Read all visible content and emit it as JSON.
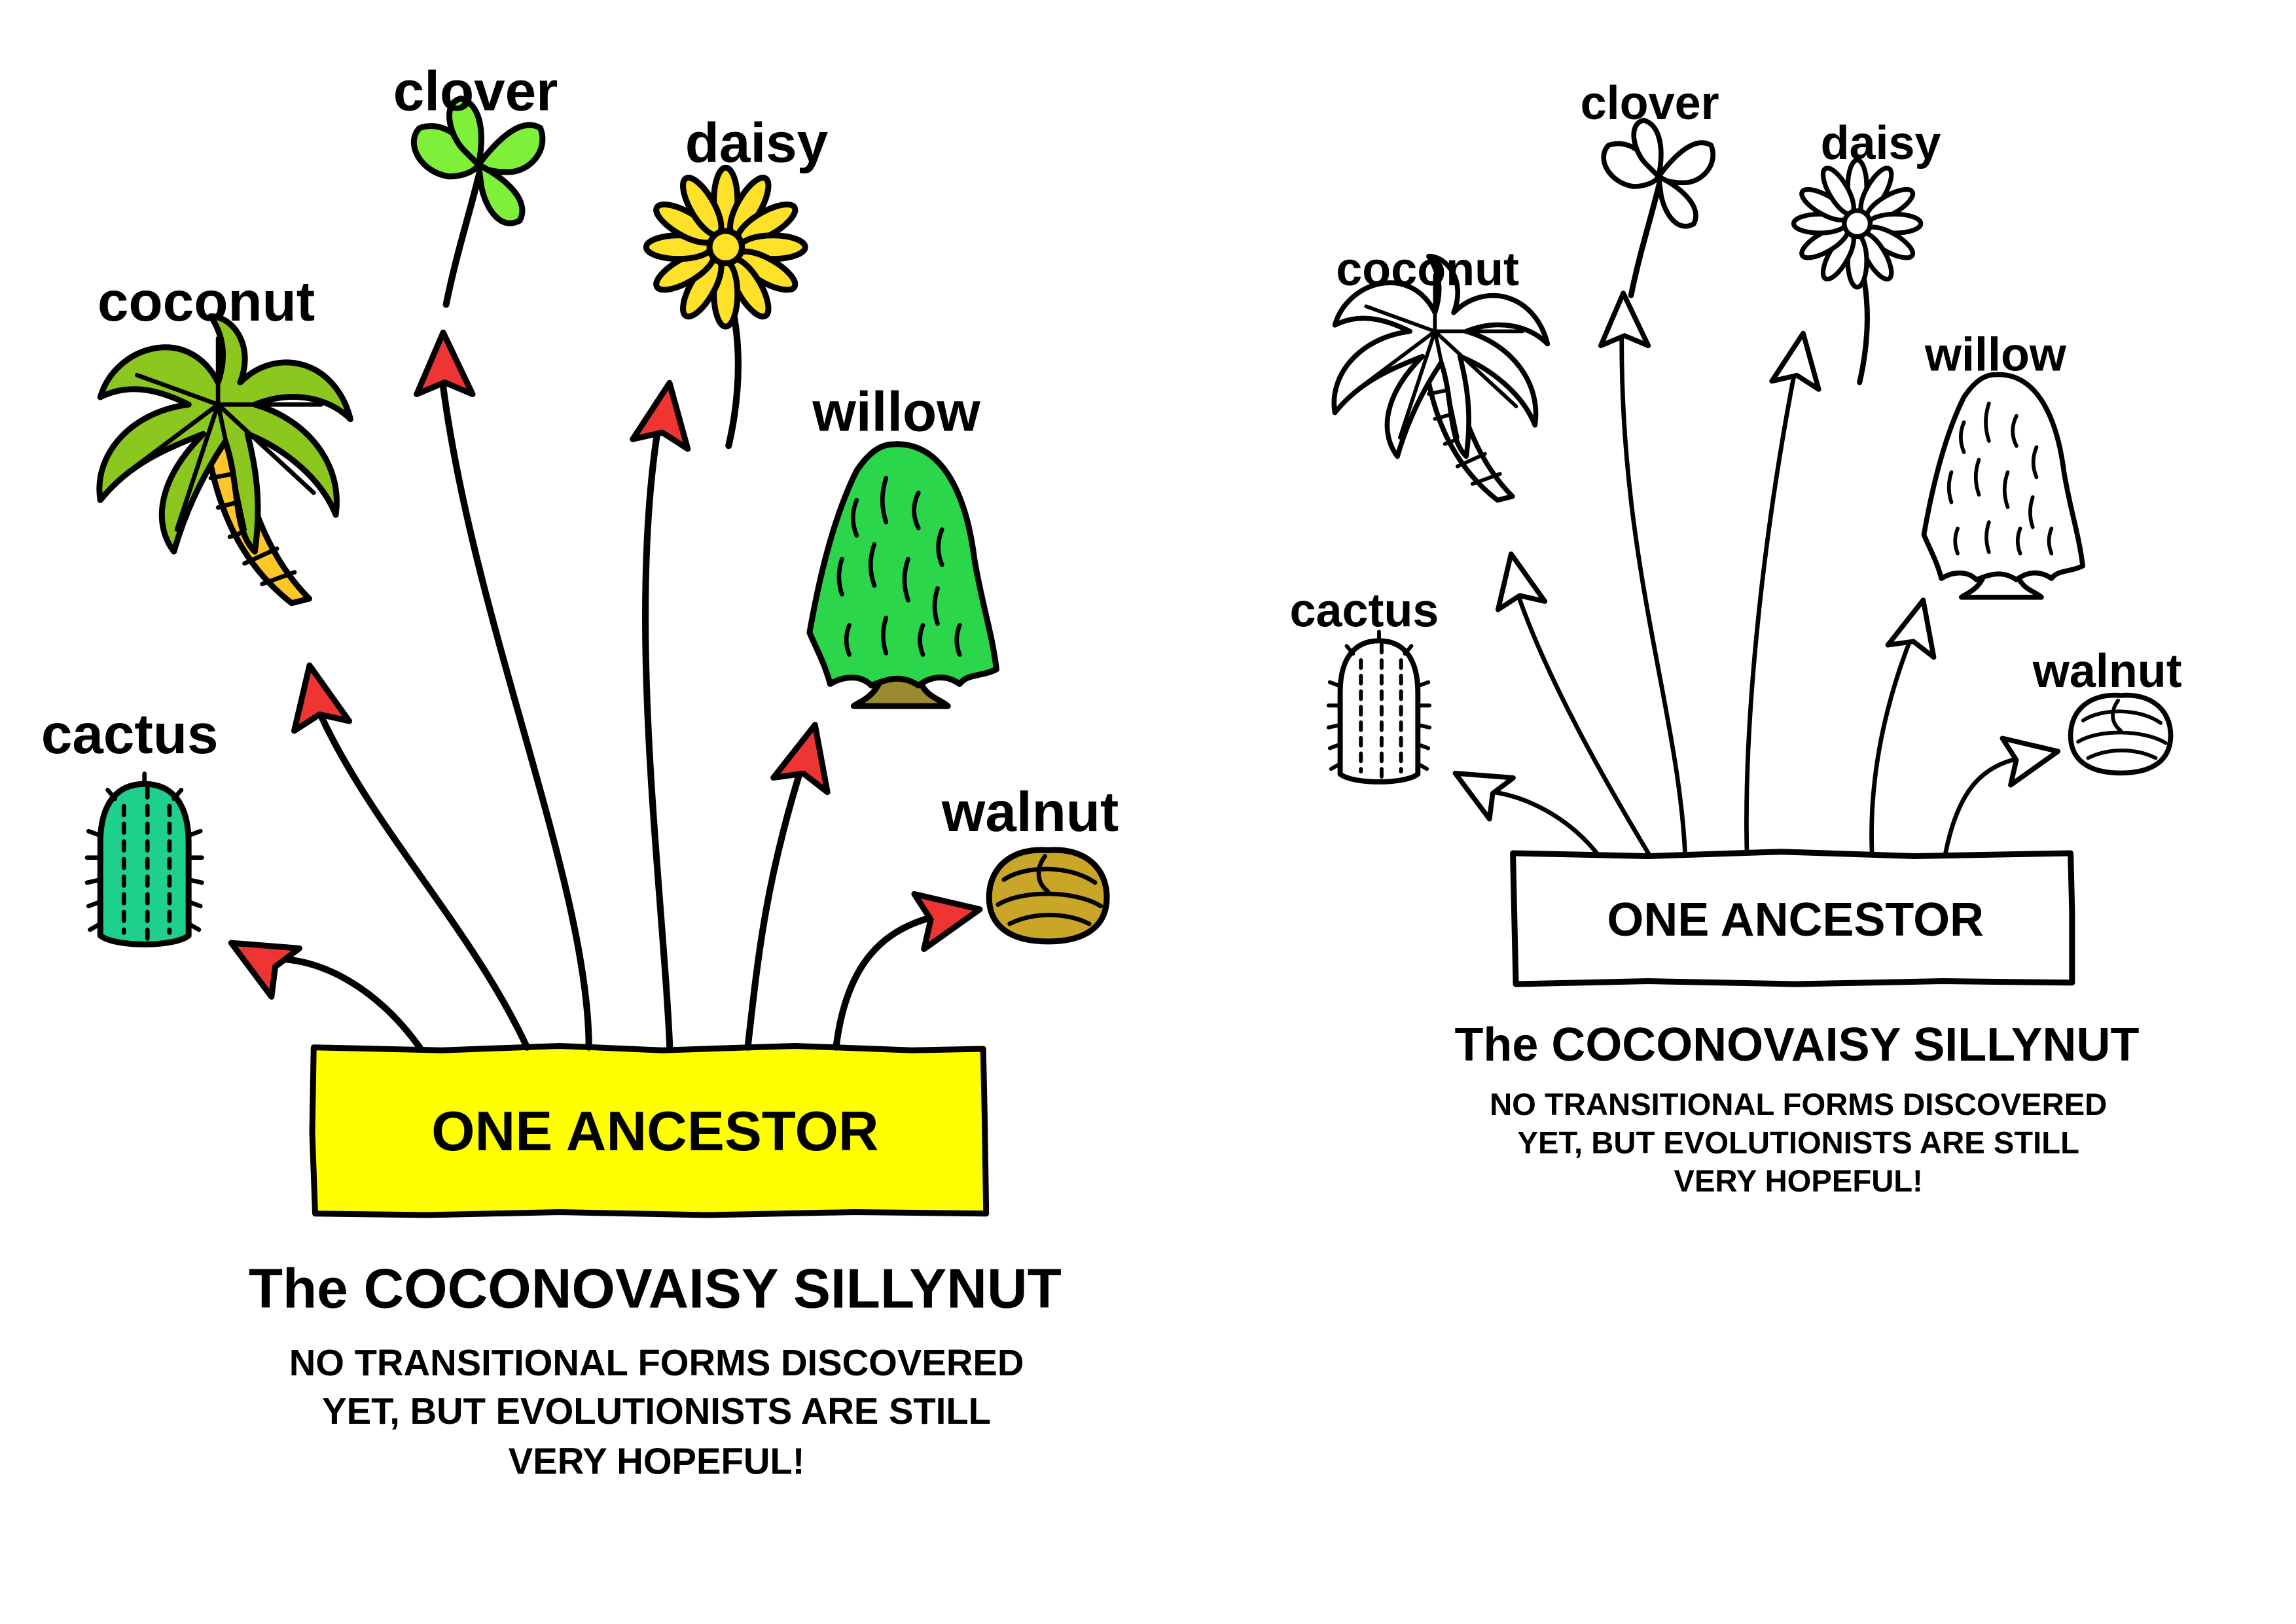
{
  "colors": {
    "box_fill_color": "#ffff00",
    "arrow_fill_color": "#ef3434",
    "cactus": "#1fcf8c",
    "coconut_leaves": "#8cc71f",
    "coconut_trunk": "#ffc629",
    "clover": "#7ff03a",
    "daisy": "#ffe12a",
    "willow_foliage": "#2bd64a",
    "willow_trunk": "#9a8a30",
    "walnut": "#c9a627"
  },
  "colored_panel": {
    "labels": {
      "cactus": "cactus",
      "coconut": "coconut",
      "clover": "clover",
      "daisy": "daisy",
      "willow": "willow",
      "walnut": "walnut"
    },
    "ancestor_label": "ONE ANCESTOR",
    "title": "The COCONOVAISY SILLYNUT",
    "caption": [
      "NO TRANSITIONAL FORMS DISCOVERED",
      "YET, BUT EVOLUTIONISTS ARE STILL",
      "VERY HOPEFUL!"
    ]
  },
  "outline_panel": {
    "labels": {
      "cactus": "cactus",
      "coconut": "coconut",
      "clover": "clover",
      "daisy": "daisy",
      "willow": "willow",
      "walnut": "walnut"
    },
    "ancestor_label": "ONE ANCESTOR",
    "title": "The COCONOVAISY SILLYNUT",
    "caption": [
      "NO TRANSITIONAL FORMS DISCOVERED",
      "YET, BUT EVOLUTIONISTS ARE STILL",
      "VERY HOPEFUL!"
    ]
  }
}
